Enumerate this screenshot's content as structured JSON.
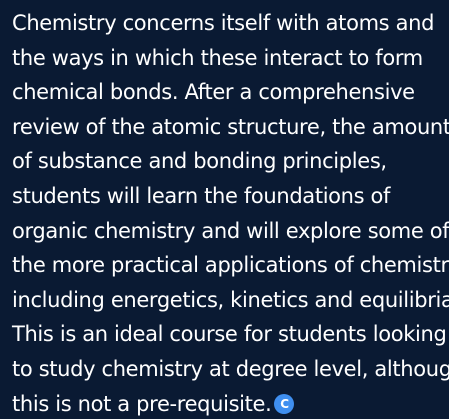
{
  "description": {
    "lines": [
      "Chemistry concerns itself with atoms and",
      "the ways in which these interact to form",
      "chemical bonds. After a comprehensive",
      "review of the atomic structure, the amount",
      "of substance and bonding principles,",
      "students will learn the foundations of",
      "organic chemistry and will explore some of",
      "the more practical applications of chemistry,",
      "including energetics, kinetics and equilibria.",
      "This is an ideal course for students looking",
      "to study chemistry at degree level, although",
      "this is not a pre-requisite."
    ],
    "badge_label": "C"
  },
  "colors": {
    "background": "#0a1a33",
    "text": "#ffffff",
    "badge": "#3f8ff0"
  }
}
